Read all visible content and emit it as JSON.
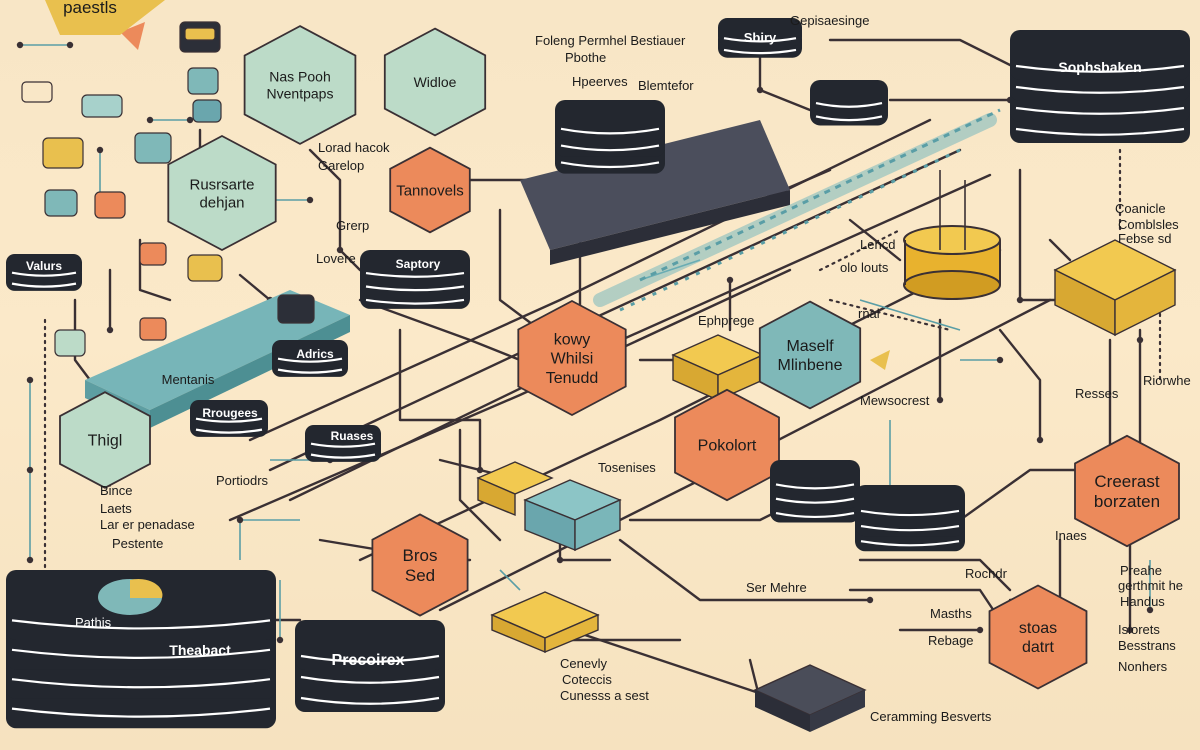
{
  "colors": {
    "background": "#f8e6c6",
    "dark": "#23272f",
    "orange": "#ec8a5b",
    "yellow": "#e9c04e",
    "teal": "#7fb8b8",
    "mint": "#bcdbc8",
    "line": "#3a3034"
  },
  "hexagons": [
    {
      "name": "hex-nas-pooh",
      "lines": [
        "Nas Pooh",
        "Nventpaps"
      ],
      "color": "mint"
    },
    {
      "name": "hex-widloe",
      "lines": [
        "Widloe"
      ],
      "color": "mint"
    },
    {
      "name": "hex-rusrsarte",
      "lines": [
        "Rusrsarte",
        "dehjan"
      ],
      "color": "mint"
    },
    {
      "name": "hex-thigl",
      "lines": [
        "Thigl"
      ],
      "color": "mint"
    },
    {
      "name": "hex-tannovels",
      "lines": [
        "Tannovels"
      ],
      "color": "orange"
    },
    {
      "name": "hex-kowy",
      "lines": [
        "kowy",
        "Whilsi",
        "Tenudd"
      ],
      "color": "orange"
    },
    {
      "name": "hex-maself",
      "lines": [
        "Maself",
        "Mlinbene"
      ],
      "color": "teal"
    },
    {
      "name": "hex-pokolort",
      "lines": [
        "Pokolort"
      ],
      "color": "orange"
    },
    {
      "name": "hex-bros-sed",
      "lines": [
        "Bros",
        "Sed"
      ],
      "color": "orange"
    },
    {
      "name": "hex-creerast",
      "lines": [
        "Creerast",
        "borzaten"
      ],
      "color": "orange"
    },
    {
      "name": "hex-stoas-datrt",
      "lines": [
        "stoas",
        "datrt"
      ],
      "color": "orange"
    }
  ],
  "stacks": [
    {
      "name": "stack-sbiry",
      "label": "Sbiry"
    },
    {
      "name": "stack-sophsbaken",
      "label": "Sophsbaken"
    },
    {
      "name": "stack-valurs",
      "label": "Valurs"
    },
    {
      "name": "stack-saptory",
      "label": "Saptory"
    },
    {
      "name": "stack-adrics",
      "label": "Adrics"
    },
    {
      "name": "stack-rrougees",
      "label": "Rrougees"
    },
    {
      "name": "stack-ruases",
      "label": "Ruases"
    },
    {
      "name": "stack-theabact",
      "label": "Theabact"
    },
    {
      "name": "stack-precoirex",
      "label": "Precoirex"
    }
  ],
  "tags": {
    "paestls": "paestls",
    "mentanis": "Mentanis",
    "pathis": "Pathis"
  },
  "labels": [
    {
      "name": "label-gepisaesinge",
      "text": "Gepisaesinge"
    },
    {
      "name": "label-foleng-permhel",
      "text": "Foleng Permhel Bestiauer"
    },
    {
      "name": "label-pbothe",
      "text": "Pbothe"
    },
    {
      "name": "label-hpeerves",
      "text": "Hpeerves"
    },
    {
      "name": "label-blemtefor",
      "text": "Blemtefor"
    },
    {
      "name": "label-lorad-hacok",
      "text": "Lorad hacok"
    },
    {
      "name": "label-garelop",
      "text": "Garelop"
    },
    {
      "name": "label-grerp",
      "text": "Grerp"
    },
    {
      "name": "label-lovere",
      "text": "Lovere"
    },
    {
      "name": "label-bince",
      "text": "Bince"
    },
    {
      "name": "label-laets",
      "text": "Laets"
    },
    {
      "name": "label-lar-er-penadase",
      "text": "Lar er penadase"
    },
    {
      "name": "label-pestente",
      "text": "Pestente"
    },
    {
      "name": "label-portiodrs",
      "text": "Portiodrs"
    },
    {
      "name": "label-coanicle",
      "text": "Coanicle"
    },
    {
      "name": "label-comblsles",
      "text": "Comblsles"
    },
    {
      "name": "label-febse-sd",
      "text": "Febse sd"
    },
    {
      "name": "label-lencd",
      "text": "Lencd"
    },
    {
      "name": "label-olo-louts",
      "text": "olo louts"
    },
    {
      "name": "label-ephprege",
      "text": "Ephprege"
    },
    {
      "name": "label-rnal",
      "text": "rnal"
    },
    {
      "name": "label-mewsocrest",
      "text": "Mewsocrest"
    },
    {
      "name": "label-riorwhe",
      "text": "Riorwhe"
    },
    {
      "name": "label-resses",
      "text": "Resses"
    },
    {
      "name": "label-tosenises",
      "text": "Tosenises"
    },
    {
      "name": "label-inaes",
      "text": "Inaes"
    },
    {
      "name": "label-rochdr",
      "text": "Rochdr"
    },
    {
      "name": "label-ser-mehre",
      "text": "Ser Mehre"
    },
    {
      "name": "label-preahe",
      "text": "Preahe"
    },
    {
      "name": "label-gerthmit-he",
      "text": "gerthmit he"
    },
    {
      "name": "label-handus",
      "text": "Handus"
    },
    {
      "name": "label-masths",
      "text": "Masths"
    },
    {
      "name": "label-rebage",
      "text": "Rebage"
    },
    {
      "name": "label-islorets",
      "text": "Islorets"
    },
    {
      "name": "label-besstrans",
      "text": "Besstrans"
    },
    {
      "name": "label-nonhers",
      "text": "Nonhers"
    },
    {
      "name": "label-cenevly",
      "text": "Cenevly"
    },
    {
      "name": "label-coteccis",
      "text": "Coteccis"
    },
    {
      "name": "label-cunesss-a-sest",
      "text": "Cunesss a sest"
    },
    {
      "name": "label-ceramming-besverts",
      "text": "Ceramming Besverts"
    }
  ]
}
